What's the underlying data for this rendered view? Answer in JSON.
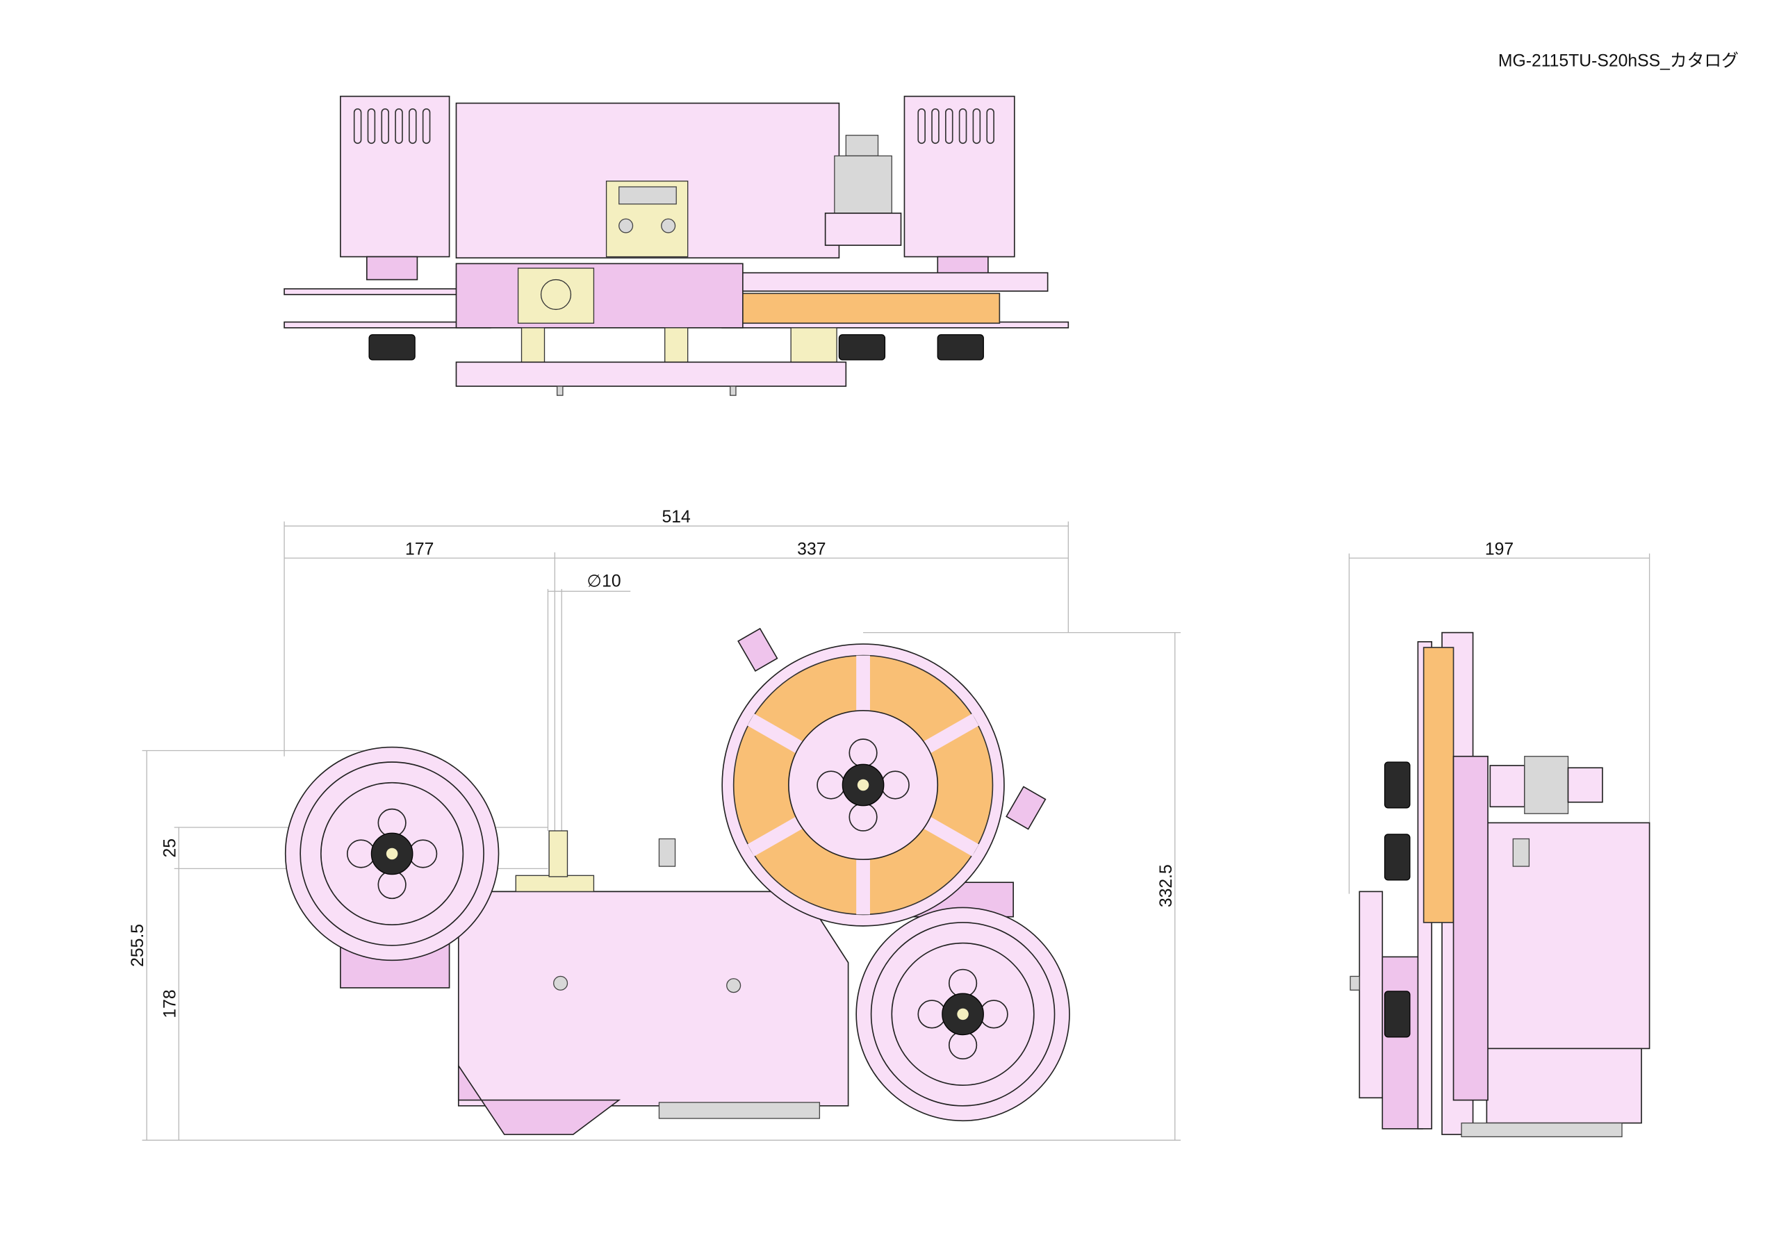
{
  "title": "MG-2115TU-S20hSS_カタログ",
  "dimensions": {
    "overall_width": "514",
    "left_width": "177",
    "right_width": "337",
    "shaft_diameter": "∅10",
    "left_height": "255.5",
    "base_height": "178",
    "shaft_offset": "25",
    "overall_height": "332.5",
    "side_depth": "197"
  },
  "colors": {
    "body": "#f9dff7",
    "tape": "#f9bf75",
    "dimension_line": "#b8b8b8"
  }
}
